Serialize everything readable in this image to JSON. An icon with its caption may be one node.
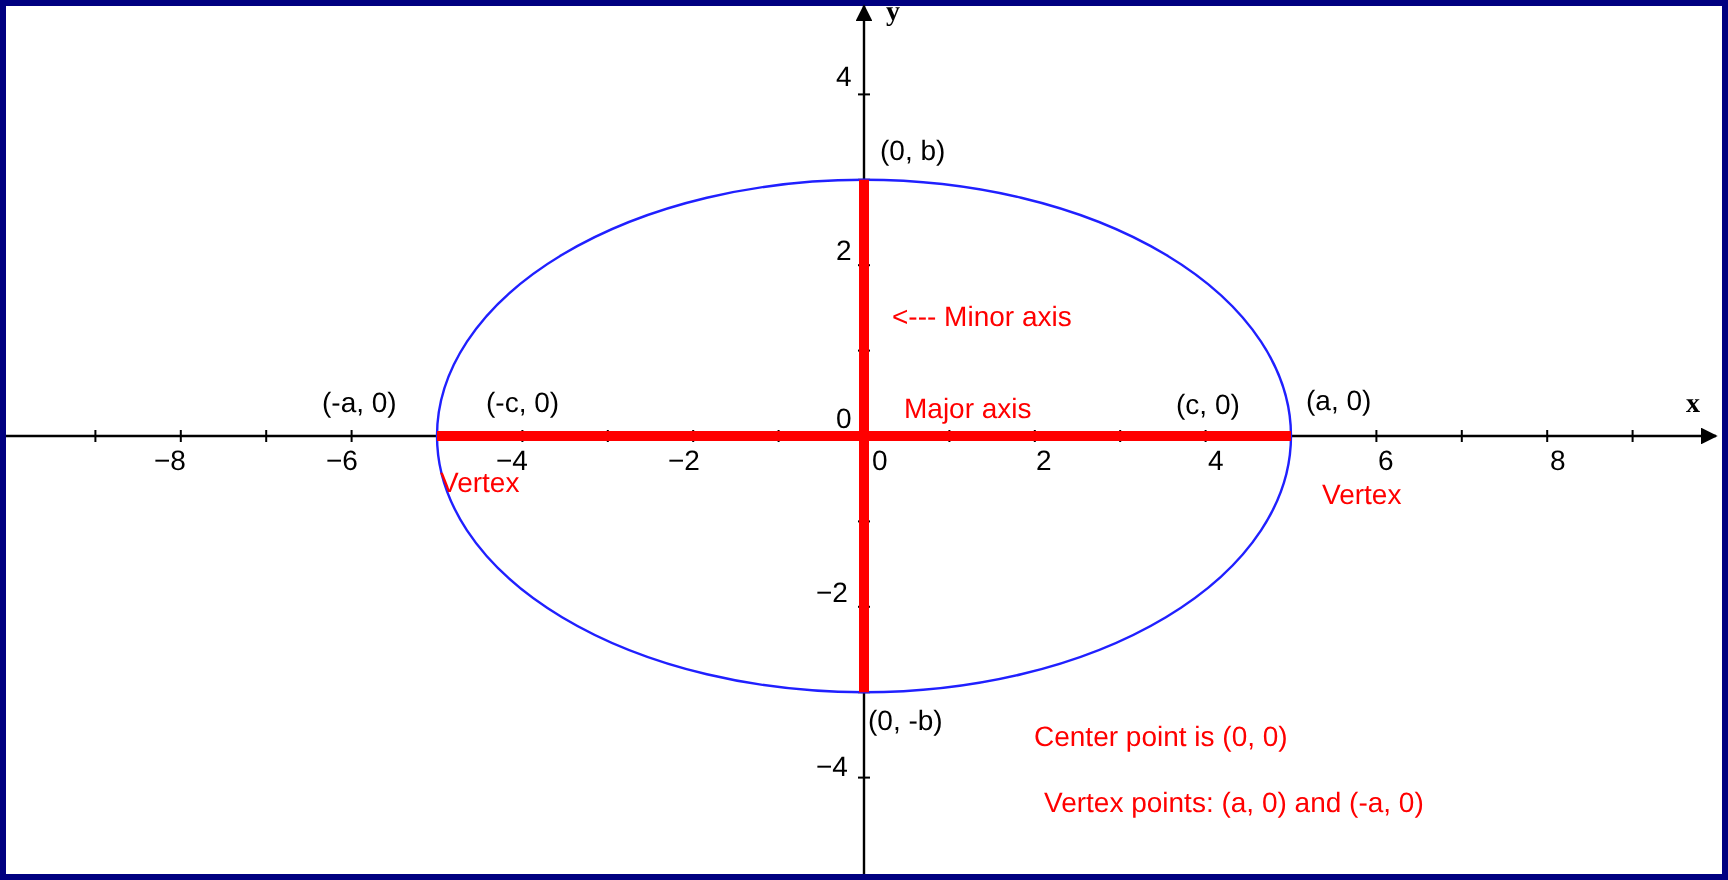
{
  "diagram": {
    "labels": [
      "y",
      "4",
      "(0, b)",
      "2",
      "<--- Minor axis",
      "(-a, 0)",
      "(-c, 0)",
      "0",
      "Major axis",
      "(c, 0)",
      "(a, 0)",
      "x",
      "−8",
      "−6",
      "−4",
      "−2",
      "0",
      "2",
      "4",
      "6",
      "8",
      "Vertex",
      "Vertex",
      "−2",
      "(0, -b)",
      "Center point is (0, 0)",
      "−4",
      "Vertex points: (a, 0) and (-a, 0)"
    ]
  }
}
